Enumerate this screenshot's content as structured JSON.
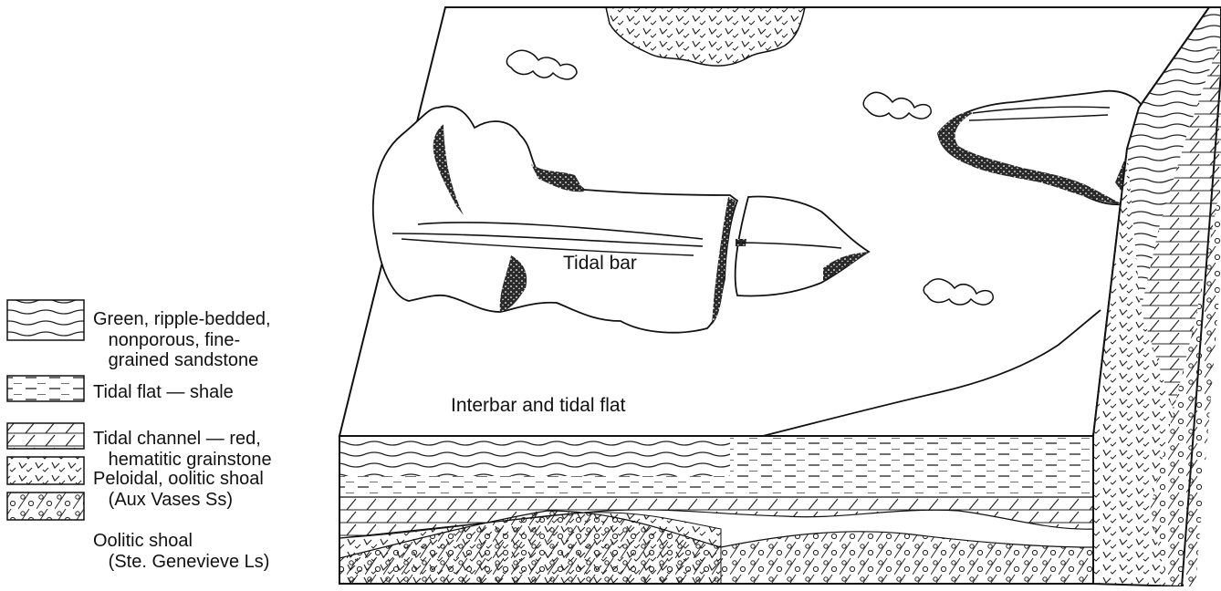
{
  "labels": {
    "tidal_bar": "Tidal bar",
    "interbar": "Interbar and tidal flat"
  },
  "legend": [
    {
      "id": "ripple",
      "lines": [
        "Green, ripple-bedded,",
        "   nonporous, fine-",
        "   grained sandstone"
      ]
    },
    {
      "id": "shale",
      "lines": [
        "Tidal flat — shale"
      ]
    },
    {
      "id": "channel",
      "lines": [
        "Tidal channel — red,",
        "   hematitic grainstone"
      ]
    },
    {
      "id": "peloidal",
      "lines": [
        "Peloidal, oolitic shoal",
        "   (Aux Vases Ss)"
      ]
    },
    {
      "id": "oolitic",
      "lines": [
        "Oolitic shoal",
        "   (Ste. Genevieve Ls)"
      ]
    }
  ]
}
